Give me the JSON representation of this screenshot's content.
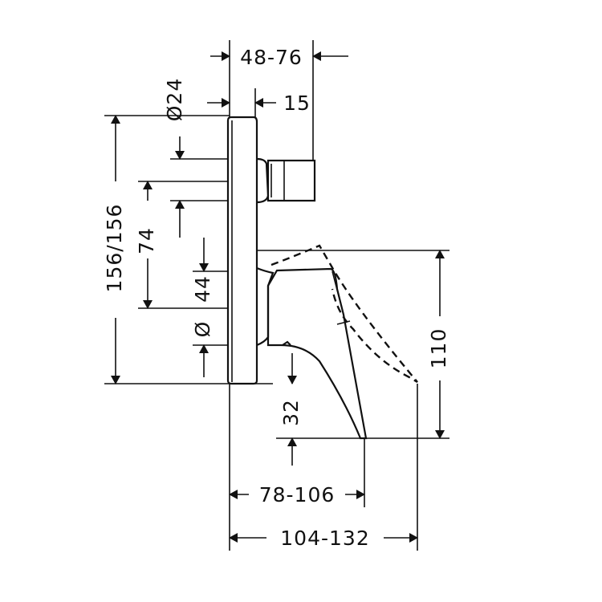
{
  "drawing": {
    "labels": {
      "width_range": "48-76",
      "diameter_24": "Ø24",
      "dim_15": "15",
      "height_156": "156/156",
      "dim_74": "74",
      "dim_44": "44",
      "diameter_symbol": "Ø",
      "dim_110": "110",
      "dim_32": "32",
      "reach_78_106": "78-106",
      "reach_104_132": "104-132"
    },
    "colors": {
      "line": "#111111",
      "background": "#ffffff"
    }
  }
}
